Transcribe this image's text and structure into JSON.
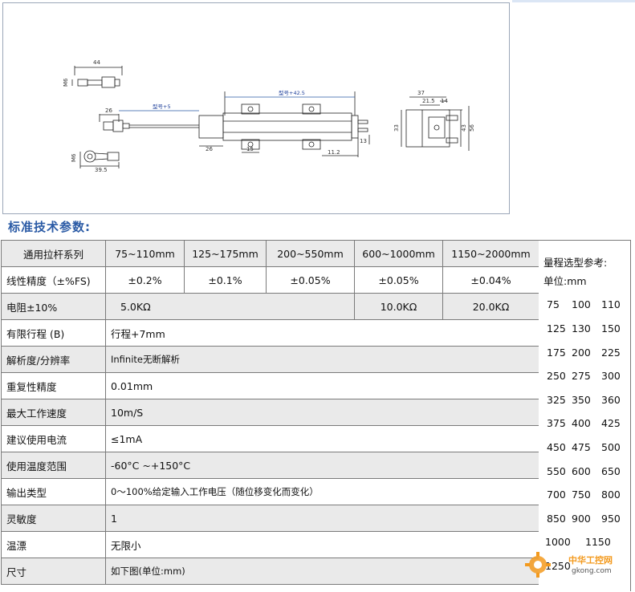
{
  "drawing": {
    "dims": {
      "d44": "44",
      "m6a": "M6",
      "d26a": "26",
      "model_plus5": "型号+5",
      "d26b": "26",
      "d15": "15",
      "model_plus42": "型号+42.5",
      "d11_2": "11.2",
      "d13": "13",
      "m6b": "M6",
      "d39_5": "39.5",
      "d37": "37",
      "d21_5": "21.5",
      "d14": "14",
      "d33": "33",
      "d43": "43",
      "d56": "56"
    }
  },
  "section_title": "标准技术参数:",
  "table": {
    "header": {
      "label": "通用拉杆系列",
      "cols": [
        "75~110mm",
        "125~175mm",
        "200~550mm",
        "600~1000mm",
        "1150~2000mm"
      ]
    },
    "accuracy": {
      "label": "线性精度（±%FS)",
      "values": [
        "±0.2%",
        "±0.1%",
        "±0.05%",
        "±0.05%",
        "±0.04%"
      ]
    },
    "resistance": {
      "label": "电阻±10%",
      "values": [
        "5.0KΩ",
        "10.0KΩ",
        "20.0KΩ"
      ]
    },
    "rows": [
      {
        "label": "有限行程 (B)",
        "value": "行程+7mm"
      },
      {
        "label": "解析度/分辨率",
        "value": "Infinite无断解析"
      },
      {
        "label": "重复性精度",
        "value": "0.01mm"
      },
      {
        "label": "最大工作速度",
        "value": "10m/S"
      },
      {
        "label": "建议使用电流",
        "value": "≤1mA"
      },
      {
        "label": "使用温度范围",
        "value": "-60°C ~+150°C"
      },
      {
        "label": "输出类型",
        "value": "0～100%给定输入工作电压（随位移变化而变化）"
      },
      {
        "label": "灵敏度",
        "value": "1"
      },
      {
        "label": "温漂",
        "value": "无限小"
      },
      {
        "label": "尺寸",
        "value": "如下图(单位:mm)"
      }
    ]
  },
  "range": {
    "title": "量程选型参考:",
    "unit": "单位:mm",
    "rows": [
      [
        "75",
        "100",
        "110"
      ],
      [
        "125",
        "130",
        "150"
      ],
      [
        "175",
        "200",
        "225"
      ],
      [
        "250",
        "275",
        "300"
      ],
      [
        "325",
        "350",
        "360"
      ],
      [
        "375",
        "400",
        "425"
      ],
      [
        "450",
        "475",
        "500"
      ],
      [
        "550",
        "600",
        "650"
      ],
      [
        "700",
        "750",
        "800"
      ],
      [
        "850",
        "900",
        "950"
      ],
      [
        "1000",
        "1150"
      ],
      [
        "1250"
      ]
    ]
  },
  "watermark": {
    "brand": "中华工控网",
    "site": "gkong.com"
  },
  "colors": {
    "title_blue": "#2a5aa5",
    "zebra": "#eaeaea",
    "border": "#7a7a7a",
    "watermark_orange": "#f39a1e"
  }
}
